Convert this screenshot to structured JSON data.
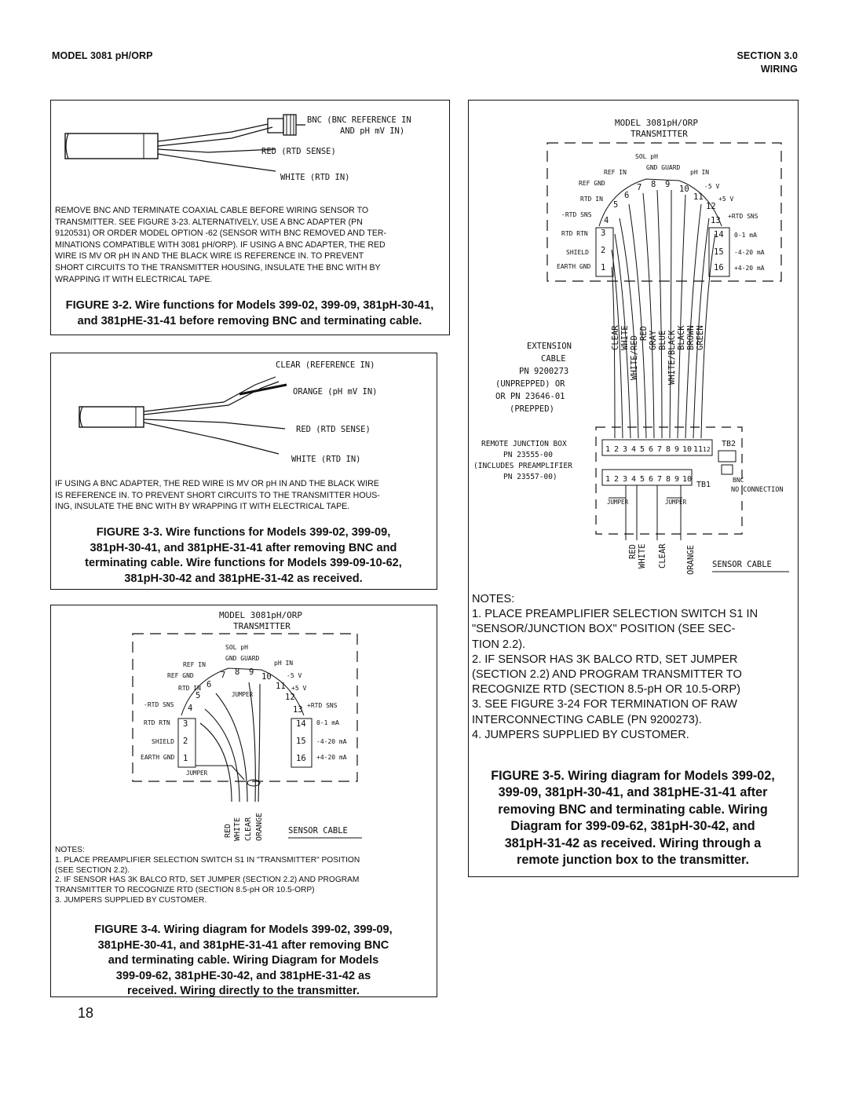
{
  "header": {
    "left": "MODEL 3081 pH/ORP",
    "right_line1": "SECTION 3.0",
    "right_line2": "WIRING"
  },
  "fig2": {
    "labels": [
      "BNC (BNC REFERENCE IN",
      "AND pH mV IN)",
      "RED (RTD SENSE)",
      "WHITE (RTD IN)"
    ],
    "note": "REMOVE BNC AND TERMINATE COAXIAL CABLE BEFORE WIRING SENSOR TO TRANSMITTER. SEE FIGURE 3-23. ALTERNATIVELY, USE A BNC ADAPTER (PN 9120531) OR ORDER MODEL OPTION -62 (SENSOR WITH BNC REMOVED AND TERMINATIONS COMPATIBLE WITH 3081 pH/ORP). IF USING A BNC ADAPTER, THE RED WIRE IS MV OR pH IN AND THE BLACK WIRE IS REFERENCE IN. TO PREVENT SHORT CIRCUITS TO THE TRANSMITTER HOUSING, INSULATE THE BNC WITH BY WRAPPING IT WITH ELECTRICAL TAPE.",
    "note_lines": [
      "REMOVE BNC AND TERMINATE COAXIAL CABLE BEFORE WIRING SENSOR TO",
      "TRANSMITTER. SEE FIGURE 3-23. ALTERNATIVELY, USE A BNC ADAPTER (PN",
      "9120531) OR ORDER MODEL OPTION -62 (SENSOR WITH BNC REMOVED AND TER-",
      "MINATIONS COMPATIBLE WITH 3081 pH/ORP). IF USING A BNC ADAPTER, THE RED",
      "WIRE IS MV OR pH IN AND THE BLACK WIRE IS REFERENCE IN. TO PREVENT",
      "SHORT CIRCUITS TO THE TRANSMITTER HOUSING, INSULATE THE BNC WITH BY",
      "WRAPPING IT WITH ELECTRICAL TAPE."
    ],
    "caption_lines": [
      "FIGURE 3-2. Wire functions for Models 399-02, 399-09, 381pH-30-41,",
      "and 381pHE-31-41 before removing BNC and terminating cable."
    ]
  },
  "fig3": {
    "labels": [
      "CLEAR (REFERENCE IN)",
      "ORANGE (pH mV IN)",
      "RED (RTD SENSE)",
      "WHITE (RTD IN)"
    ],
    "note_lines": [
      "IF USING A BNC ADAPTER, THE RED WIRE IS MV OR pH IN AND THE BLACK WIRE",
      "IS REFERENCE IN. TO PREVENT SHORT CIRCUITS TO THE TRANSMITTER HOUS-",
      "ING, INSULATE THE BNC WITH BY WRAPPING IT WITH ELECTRICAL TAPE."
    ],
    "caption_lines": [
      "FIGURE 3-3. Wire functions for Models 399-02, 399-09,",
      "381pH-30-41, and 381pHE-31-41 after removing BNC and",
      "terminating cable. Wire functions for Models 399-09-10-62,",
      "381pH-30-42 and 381pHE-31-42 as received."
    ]
  },
  "fig4": {
    "title1": "MODEL 3081pH/ORP",
    "title2": "TRANSMITTER",
    "sol_ph": "SOL  pH",
    "refin": "REF IN",
    "gnd_guard": "GND  GUARD",
    "phin": "pH IN",
    "left_terms": [
      "REF GND",
      "RTD IN",
      "-RTD SNS",
      "RTD RTN",
      "SHIELD",
      "EARTH GND"
    ],
    "right_terms": [
      "-5 V",
      "+5 V",
      "+RTD SNS",
      "0-1 mA",
      "-4-20 mA",
      "+4-20 mA"
    ],
    "numbers": [
      "1",
      "2",
      "3",
      "4",
      "5",
      "6",
      "7",
      "8",
      "9",
      "10",
      "11",
      "12",
      "13",
      "14",
      "15",
      "16"
    ],
    "jumper": "JUMPER",
    "jumper2": "JUMPER",
    "wires": [
      "RED",
      "WHITE",
      "CLEAR",
      "ORANGE"
    ],
    "sensor_cable": "SENSOR CABLE",
    "notes_lines": [
      "NOTES:",
      "1. PLACE PREAMPLIFIER SELECTION SWITCH S1 IN \"TRANSMITTER\" POSITION",
      "    (SEE SECTION 2.2).",
      "2. IF SENSOR HAS 3K BALCO RTD, SET JUMPER (SECTION 2.2) AND PROGRAM",
      "    TRANSMITTER TO RECOGNIZE RTD (SECTION 8.5-pH OR 10.5-ORP)",
      "3. JUMPERS SUPPLIED BY CUSTOMER."
    ],
    "caption_lines": [
      "FIGURE 3-4. Wiring diagram for Models 399-02, 399-09,",
      "381pHE-30-41, and 381pHE-31-41 after removing BNC",
      "and terminating cable. Wiring Diagram for Models",
      "399-09-62, 381pHE-30-42, and 381pHE-31-42 as",
      "received. Wiring directly to the transmitter."
    ]
  },
  "fig5": {
    "title1": "MODEL 3081pH/ORP",
    "title2": "TRANSMITTER",
    "sol_ph": "SOL  pH",
    "refin": "REF IN",
    "gnd_guard": "GND  GUARD",
    "phin": "pH IN",
    "left_terms": [
      "REF GND",
      "RTD IN",
      "-RTD SNS",
      "RTD RTN",
      "SHIELD",
      "EARTH GND"
    ],
    "right_terms": [
      "-5 V",
      "+5 V",
      "+RTD SNS",
      "0-1 mA",
      "-4-20 mA",
      "+4-20 mA"
    ],
    "numbers": [
      "1",
      "2",
      "3",
      "4",
      "5",
      "6",
      "7",
      "8",
      "9",
      "10",
      "11",
      "12",
      "13",
      "14",
      "15",
      "16"
    ],
    "cable_colors": [
      "CLEAR",
      "WHITE",
      "WHITE/RED",
      "RED",
      "GRAY",
      "BLUE",
      "WHITE/BLACK",
      "BLACK",
      "BROWN",
      "GREEN"
    ],
    "ext_lines": [
      "EXTENSION",
      "CABLE",
      "PN 9200273",
      "(UNPREPPED) OR",
      "OR PN 23646-01",
      "(PREPPED)"
    ],
    "rjb_lines": [
      "REMOTE JUNCTION BOX",
      "PN 23555-00",
      "(INCLUDES PREAMPLIFIER",
      "PN 23557-00)"
    ],
    "tb2": "TB2",
    "tb1": "TB1",
    "tb2_numbers": [
      "1",
      "2",
      "3",
      "4",
      "5",
      "6",
      "7",
      "8",
      "9",
      "10",
      "11",
      "12"
    ],
    "tb1_numbers": [
      "1",
      "2",
      "3",
      "4",
      "5",
      "6",
      "7",
      "8",
      "9",
      "10"
    ],
    "bnc": "BNC",
    "no_connection": "NO CONNECTION",
    "jumper": "JUMPER",
    "wires": [
      "RED",
      "WHITE",
      "CLEAR",
      "ORANGE"
    ],
    "sensor_cable": "SENSOR CABLE",
    "notes_lines": [
      "NOTES:",
      "1. PLACE PREAMPLIFIER SELECTION SWITCH S1 IN",
      "    \"SENSOR/JUNCTION BOX\" POSITION (SEE SEC-",
      "    TION 2.2).",
      "2. IF SENSOR HAS 3K BALCO RTD, SET JUMPER",
      "    (SECTION 2.2) AND PROGRAM TRANSMITTER TO",
      "    RECOGNIZE RTD (SECTION 8.5-pH OR 10.5-ORP)",
      "3. SEE FIGURE 3-24 FOR TERMINATION OF RAW",
      "    INTERCONNECTING CABLE (PN 9200273).",
      "4. JUMPERS SUPPLIED BY CUSTOMER."
    ],
    "caption_lines": [
      "FIGURE 3-5. Wiring diagram for Models 399-02,",
      "399-09, 381pH-30-41, and 381pHE-31-41 after",
      "removing BNC and terminating cable. Wiring",
      "Diagram for 399-09-62, 381pH-30-42, and",
      "381pH-31-42 as received. Wiring through a",
      "remote junction box to the transmitter."
    ]
  },
  "page_number": "18"
}
